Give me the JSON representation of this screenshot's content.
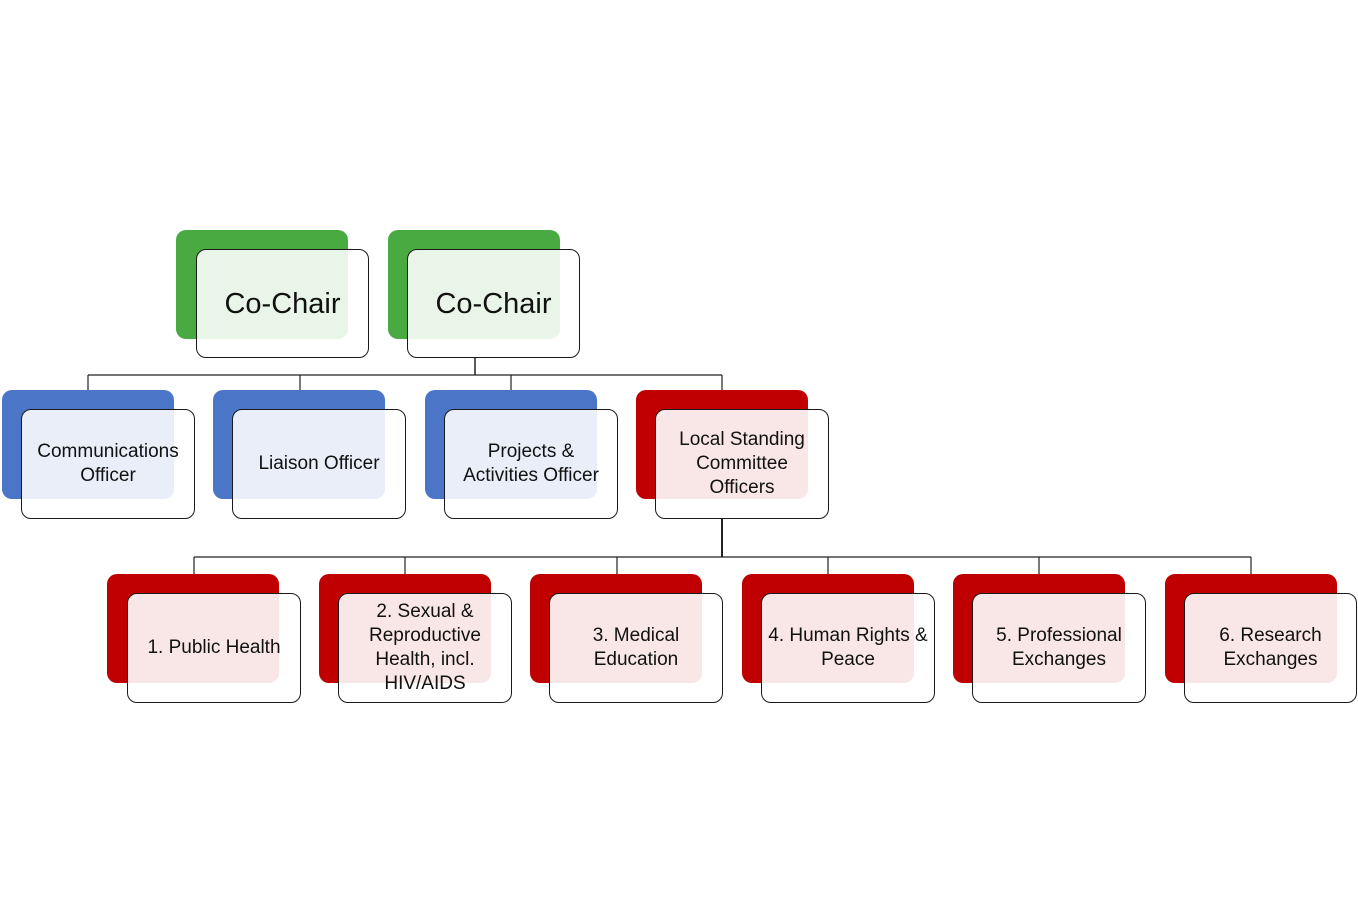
{
  "colors": {
    "chair": "#4aaa42",
    "officer": "#4b76c8",
    "committee": "#c00000"
  },
  "chairs": [
    {
      "label": "Co-Chair"
    },
    {
      "label": "Co-Chair"
    }
  ],
  "officers": [
    {
      "label": "Communications Officer"
    },
    {
      "label": "Liaison Officer"
    },
    {
      "label": "Projects & Activities Officer"
    },
    {
      "label": "Local Standing Committee Officers"
    }
  ],
  "committees": [
    {
      "label": "1. Public Health"
    },
    {
      "label": "2. Sexual & Reproductive Health, incl. HIV/AIDS"
    },
    {
      "label": "3. Medical Education"
    },
    {
      "label": "4. Human Rights & Peace"
    },
    {
      "label": "5. Professional Exchanges"
    },
    {
      "label": "6. Research Exchanges"
    }
  ]
}
